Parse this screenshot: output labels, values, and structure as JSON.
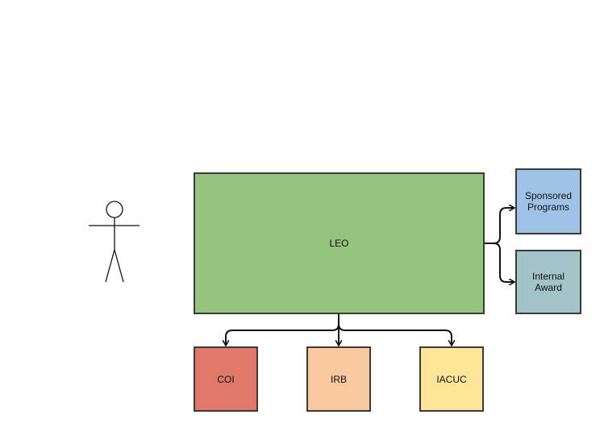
{
  "diagram": {
    "nodes": [
      {
        "id": "leo",
        "label": "LEO",
        "color": "#94c47d"
      },
      {
        "id": "sponsored_programs",
        "label": "Sponsored\nPrograms",
        "color": "#9fc2e7"
      },
      {
        "id": "internal_award",
        "label": "Internal\nAward",
        "color": "#a2c4c9"
      },
      {
        "id": "coi",
        "label": "COI",
        "color": "#e0796a"
      },
      {
        "id": "irb",
        "label": "IRB",
        "color": "#f8c99e"
      },
      {
        "id": "iacuc",
        "label": "IACUC",
        "color": "#ffe59a"
      }
    ],
    "edges": [
      {
        "from": "leo",
        "to": "sponsored_programs"
      },
      {
        "from": "leo",
        "to": "internal_award"
      },
      {
        "from": "leo",
        "to": "coi"
      },
      {
        "from": "leo",
        "to": "irb"
      },
      {
        "from": "leo",
        "to": "iacuc"
      }
    ],
    "actor": {
      "icon": "stick-figure-icon",
      "label": ""
    },
    "colors": {
      "stroke": "#3a3a3a",
      "background": "#ffffff"
    }
  }
}
